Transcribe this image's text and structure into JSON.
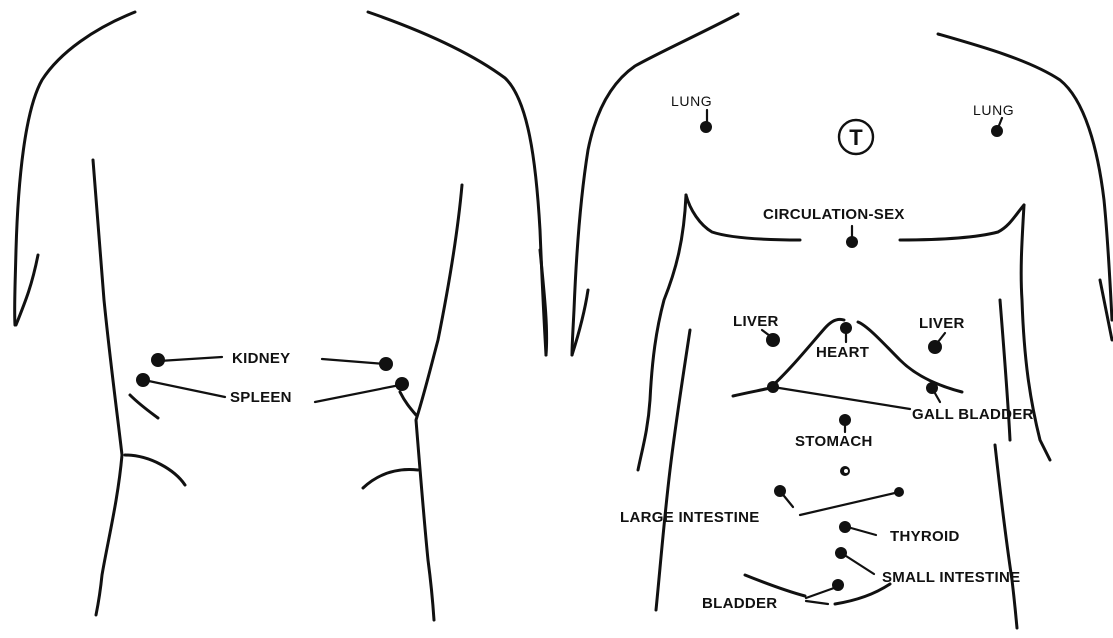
{
  "back_view": {
    "points": [
      {
        "id": "kidney",
        "label": "KIDNEY"
      },
      {
        "id": "spleen",
        "label": "SPLEEN"
      }
    ]
  },
  "front_view": {
    "symbol": "T",
    "points": [
      {
        "id": "lung-left",
        "label": "LUNG"
      },
      {
        "id": "lung-right",
        "label": "LUNG"
      },
      {
        "id": "circulation-sex",
        "label": "CIRCULATION-SEX"
      },
      {
        "id": "liver-left",
        "label": "LIVER"
      },
      {
        "id": "liver-right",
        "label": "LIVER"
      },
      {
        "id": "heart",
        "label": "HEART"
      },
      {
        "id": "gall-bladder",
        "label": "GALL BLADDER"
      },
      {
        "id": "stomach",
        "label": "STOMACH"
      },
      {
        "id": "large-intestine",
        "label": "LARGE INTESTINE"
      },
      {
        "id": "thyroid",
        "label": "THYROID"
      },
      {
        "id": "small-intestine",
        "label": "SMALL INTESTINE"
      },
      {
        "id": "bladder",
        "label": "BLADDER"
      }
    ]
  },
  "colors": {
    "ink": "#111111",
    "paper": "#ffffff"
  }
}
